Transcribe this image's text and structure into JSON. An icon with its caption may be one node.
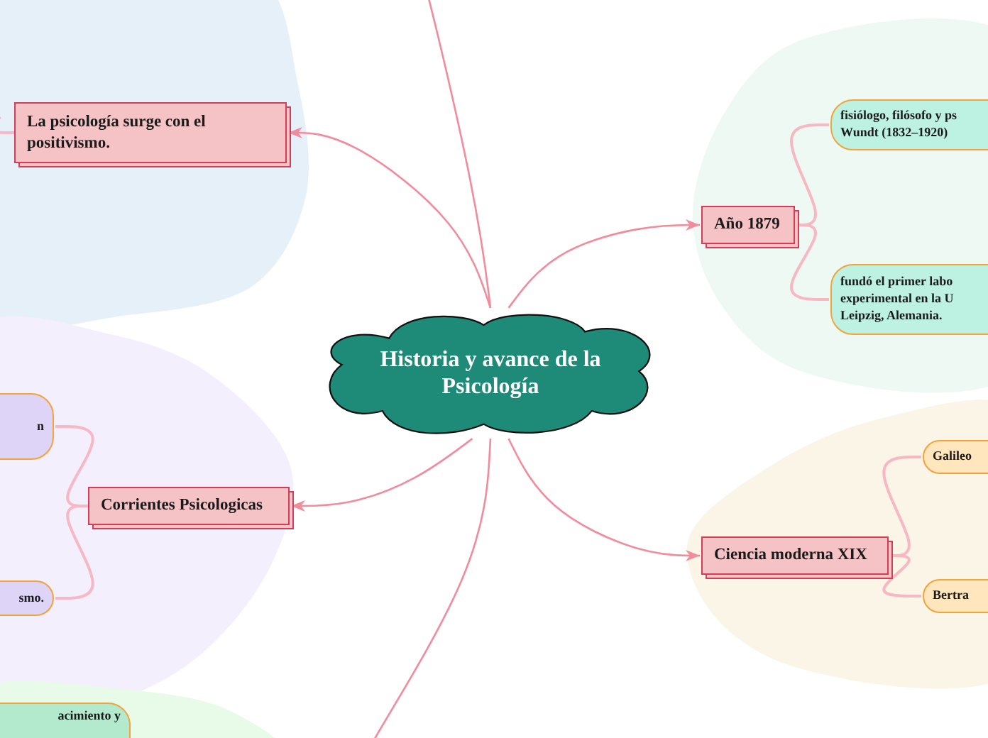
{
  "diagram": {
    "nodes": [
      {
        "text": [
          "Historia y avance de la Psicología"
        ]
      },
      {
        "text": [
          "La psicología surge con el positivismo."
        ]
      },
      {
        "text": [
          "Corrientes Psicologicas"
        ]
      },
      {
        "text": [
          "n"
        ]
      },
      {
        "text": [
          "smo."
        ]
      },
      {
        "text": [
          "Año 1879"
        ]
      },
      {
        "text": [
          "fisiólogo, filósofo y ps Wundt (1832–1920)"
        ]
      },
      {
        "text": [
          "fundó el primer labo experimental en la U Leipzig, Alemania."
        ]
      },
      {
        "text": [
          "Ciencia moderna XIX"
        ]
      },
      {
        "text": [
          "Galileo"
        ]
      },
      {
        "text": [
          "Bertra"
        ]
      },
      {
        "text": [
          "acimiento y"
        ]
      }
    ],
    "edges": [
      {
        "from": 0,
        "to": 1,
        "arrow": "to",
        "color": "#f28b9b"
      },
      {
        "from": 0,
        "to": 2,
        "arrow": "to",
        "color": "#f28b9b"
      },
      {
        "from": 0,
        "to": 5,
        "arrow": "to",
        "color": "#f28b9b"
      },
      {
        "from": 0,
        "to": 8,
        "arrow": "to",
        "color": "#f28b9b"
      },
      {
        "from": 0,
        "to": null,
        "arrow": "none",
        "color": "#f28b9b"
      },
      {
        "from": 0,
        "to": null,
        "arrow": "none",
        "color": "#f28b9b"
      },
      {
        "from": 2,
        "to": 3,
        "arrow": "none"
      },
      {
        "from": 2,
        "to": 4,
        "arrow": "none"
      },
      {
        "from": 5,
        "to": 6,
        "arrow": "none"
      },
      {
        "from": 5,
        "to": 7,
        "arrow": "none"
      },
      {
        "from": 8,
        "to": 9,
        "arrow": "none"
      },
      {
        "from": 8,
        "to": 10,
        "arrow": "none"
      },
      {
        "from": 1,
        "to": null,
        "arrow": "none"
      }
    ]
  }
}
